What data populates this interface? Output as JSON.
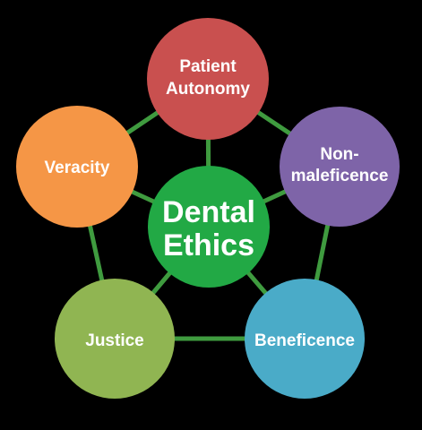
{
  "center": {
    "line1": "Dental",
    "line2": "Ethics",
    "color": "#22a945"
  },
  "nodes": [
    {
      "line1": "Patient",
      "line2": "Autonomy",
      "color": "#c9504f"
    },
    {
      "line1": "Non-",
      "line2": "maleficence",
      "color": "#7e64a8"
    },
    {
      "line1": "Beneficence",
      "line2": "",
      "color": "#4aabc8"
    },
    {
      "line1": "Justice",
      "line2": "",
      "color": "#90b552"
    },
    {
      "line1": "Veracity",
      "line2": "",
      "color": "#f59646"
    }
  ],
  "connector_color": "#3f9b3f"
}
